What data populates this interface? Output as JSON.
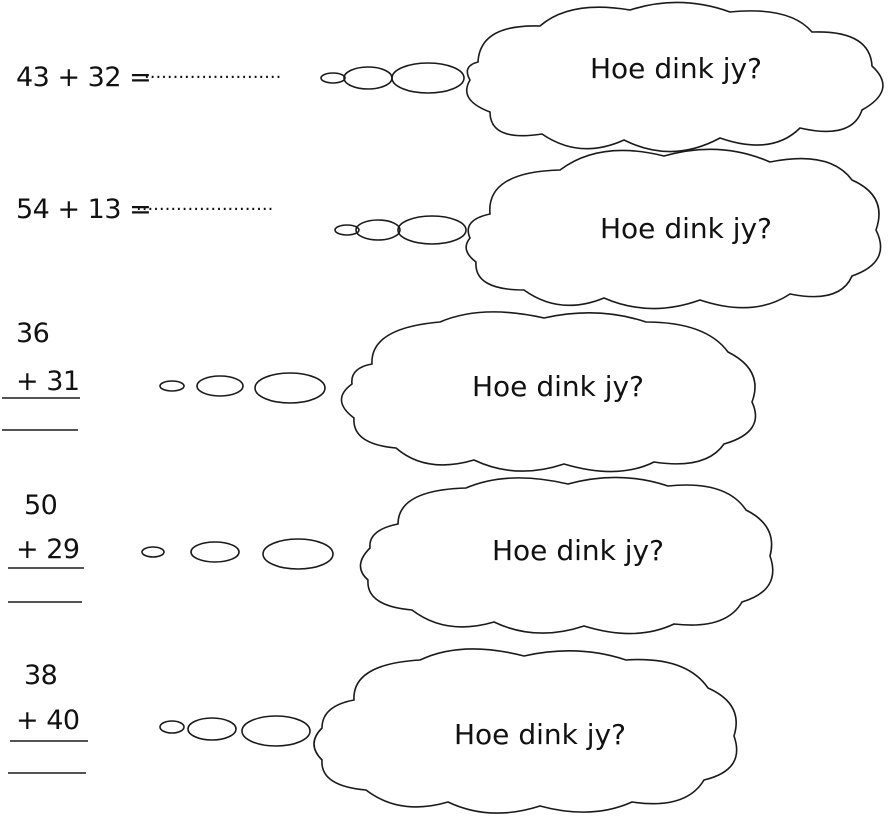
{
  "worksheet": {
    "thought_text": "Hoe dink jy?",
    "inline_problems": [
      {
        "expression": "43 + 32 =",
        "blank": "........................"
      },
      {
        "expression": "54 + 13 =",
        "blank": "........................"
      }
    ],
    "vertical_problems": [
      {
        "top": "36",
        "bottom": "+ 31"
      },
      {
        "top": "50",
        "bottom": "+ 29"
      },
      {
        "top": "38",
        "bottom": "+ 40"
      }
    ]
  }
}
